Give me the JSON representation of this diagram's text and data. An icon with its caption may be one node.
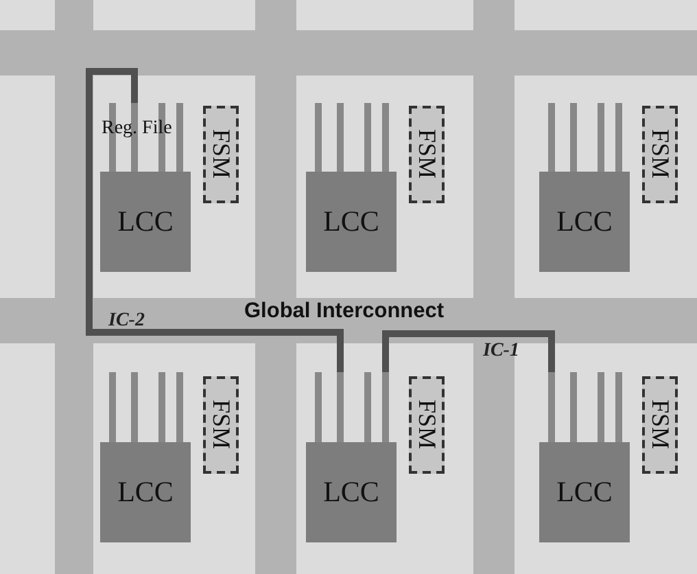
{
  "diagram": {
    "nodes": [
      {
        "text": [
          "LCC"
        ]
      },
      {
        "text": [
          "FSM"
        ]
      },
      {
        "text": [
          "LCC"
        ]
      },
      {
        "text": [
          "FSM"
        ]
      },
      {
        "text": [
          "LCC"
        ]
      },
      {
        "text": [
          "FSM"
        ]
      },
      {
        "text": [
          "LCC"
        ]
      },
      {
        "text": [
          "FSM"
        ]
      },
      {
        "text": [
          "LCC"
        ]
      },
      {
        "text": [
          "FSM"
        ]
      },
      {
        "text": [
          "LCC"
        ]
      },
      {
        "text": [
          "FSM"
        ]
      }
    ],
    "edges": [
      {
        "from": 0,
        "to": 8,
        "arrow": "none",
        "label": "IC-2"
      },
      {
        "from": 8,
        "to": 10,
        "arrow": "none",
        "label": "IC-1"
      }
    ],
    "labels": [
      "Reg. File",
      "Global Interconnect"
    ]
  }
}
